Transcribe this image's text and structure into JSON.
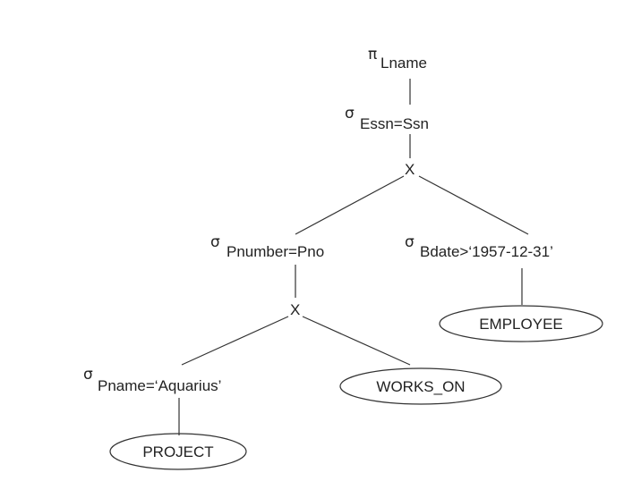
{
  "tree": {
    "projection": {
      "symbol": "π",
      "subscript": "Lname"
    },
    "select_join": {
      "symbol": "σ",
      "subscript": "Essn=Ssn"
    },
    "product_top": {
      "label": "X"
    },
    "select_pnumber": {
      "symbol": "σ",
      "subscript": "Pnumber=Pno"
    },
    "select_bdate": {
      "symbol": "σ",
      "subscript": "Bdate>‘1957-12-31’"
    },
    "product_bottom": {
      "label": "X"
    },
    "select_pname": {
      "symbol": "σ",
      "subscript": "Pname=‘Aquarius’"
    },
    "relations": {
      "employee": "EMPLOYEE",
      "works_on": "WORKS_ON",
      "project": "PROJECT"
    }
  }
}
